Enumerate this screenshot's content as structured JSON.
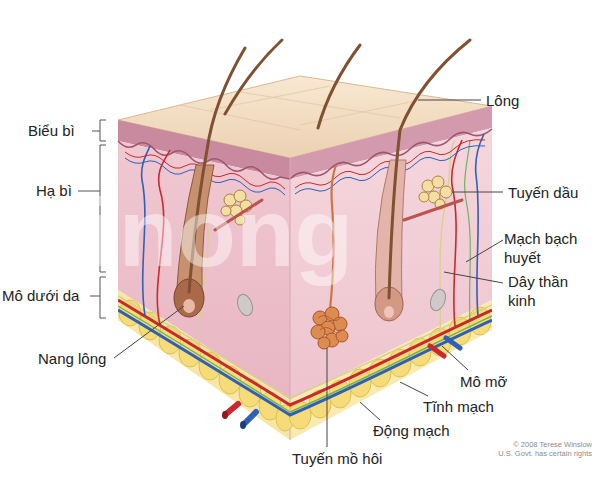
{
  "diagram": {
    "labels": [
      "Lông",
      "Biểu bì",
      "Tuyến dầu",
      "Hạ bì",
      "Mạch bạch huyết",
      "Dây thần kinh",
      "Mô dưới da",
      "Nang lông",
      "Mô mỡ",
      "Tĩnh mạch",
      "Động mạch",
      "Tuyến mồ hôi",
      "© 2008 Terese Winslow",
      "U.S. Govt. has certain rights",
      "inong"
    ]
  }
}
